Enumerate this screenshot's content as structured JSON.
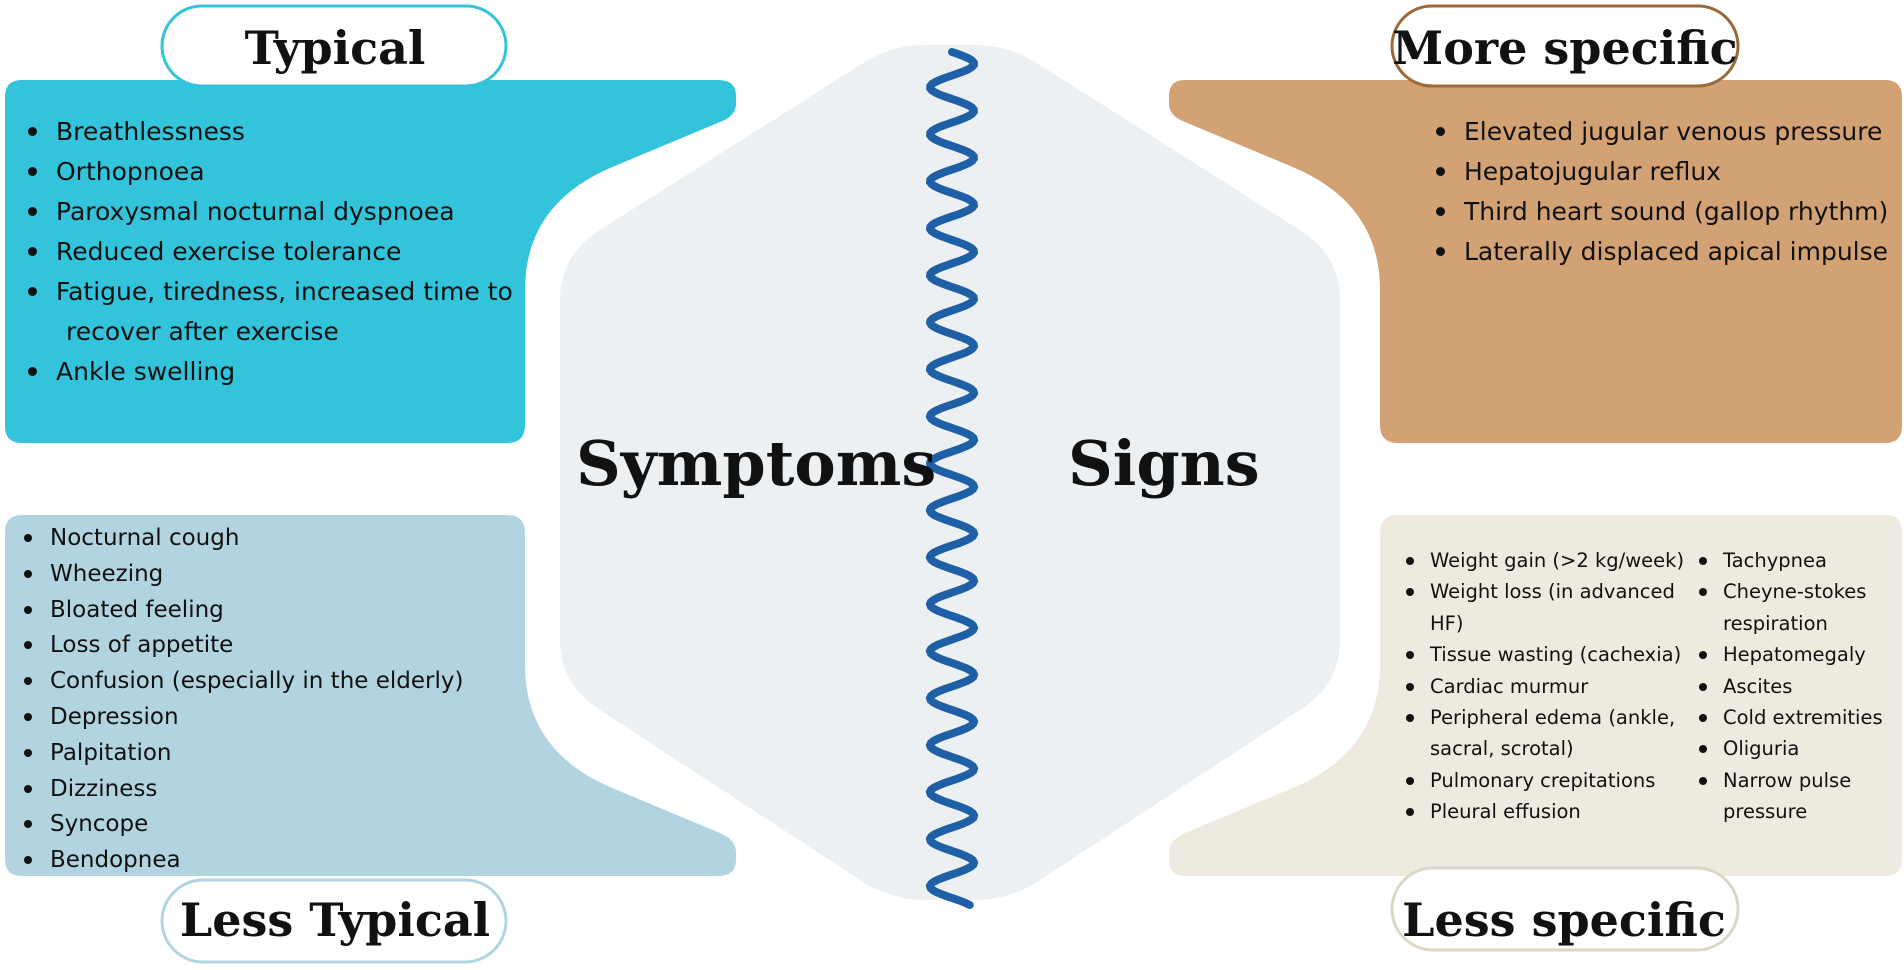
{
  "colors": {
    "typical": "#33c3da",
    "more_specific": "#d3a274",
    "less_typical": "#b2d4e0",
    "less_specific": "#efeae0",
    "center": "#ecf0f2",
    "wave": "#1f5fa5"
  },
  "labels": {
    "typical": "Typical",
    "more_specific": "More specific",
    "less_typical": "Less Typical",
    "less_specific": "Less specific",
    "symptoms": "Symptoms",
    "signs": "Signs"
  },
  "typical_items": [
    "Breathlessness",
    "Orthopnoea",
    "Paroxysmal nocturnal dyspnoea",
    "Reduced exercise tolerance",
    "Fatigue, tiredness, increased time to",
    "recover after exercise",
    "Ankle swelling"
  ],
  "more_specific_items": [
    "Elevated jugular venous pressure",
    "Hepatojugular reflux",
    "Third heart sound (gallop rhythm)",
    "Laterally displaced apical impulse"
  ],
  "less_typical_items": [
    "Nocturnal cough",
    "Wheezing",
    "Bloated feeling",
    "Loss of appetite",
    "Confusion (especially in the elderly)",
    "Depression",
    "Palpitation",
    "Dizziness",
    "Syncope",
    "Bendopnea"
  ],
  "less_specific_col1": [
    "Weight gain (>2 kg/week)",
    "Weight loss (in advanced",
    "HF)",
    "Tissue wasting (cachexia)",
    "Cardiac murmur",
    "Peripheral edema (ankle,",
    "sacral, scrotal)",
    "Pulmonary crepitations",
    "Pleural effusion"
  ],
  "less_specific_col2": [
    "Tachypnea",
    "Cheyne-stokes",
    "respiration",
    "Hepatomegaly",
    "Ascites",
    "Cold extremities",
    "Oliguria",
    "Narrow pulse",
    "pressure"
  ]
}
